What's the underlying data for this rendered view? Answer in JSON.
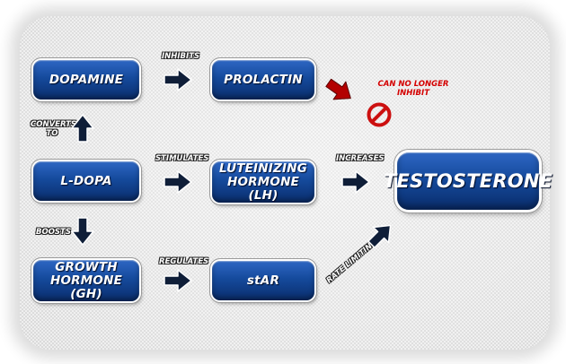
{
  "diagram": {
    "nodes": {
      "dopamine": "DOPAMINE",
      "prolactin": "PROLACTIN",
      "ldopa": "L-DOPA",
      "lh": "LUTEINIZING HORMONE (LH)",
      "gh": "GROWTH HORMONE (GH)",
      "star": "stAR",
      "testosterone": "TESTOSTERONE"
    },
    "edges": {
      "inhibits": "INHIBITS",
      "converts_to": "CONVERTS TO",
      "stimulates": "STIMULATES",
      "increases": "INCREASES",
      "boosts": "BOOSTS",
      "regulates": "REGULATES",
      "rate_limiting": "RATE LIMITING"
    },
    "note": "CAN NO LONGER INHIBIT"
  },
  "icons": {
    "arrow_color": "#0f1e38",
    "warning_arrow_color": "#b30000",
    "prohibited_icon": "no-entry-icon"
  }
}
